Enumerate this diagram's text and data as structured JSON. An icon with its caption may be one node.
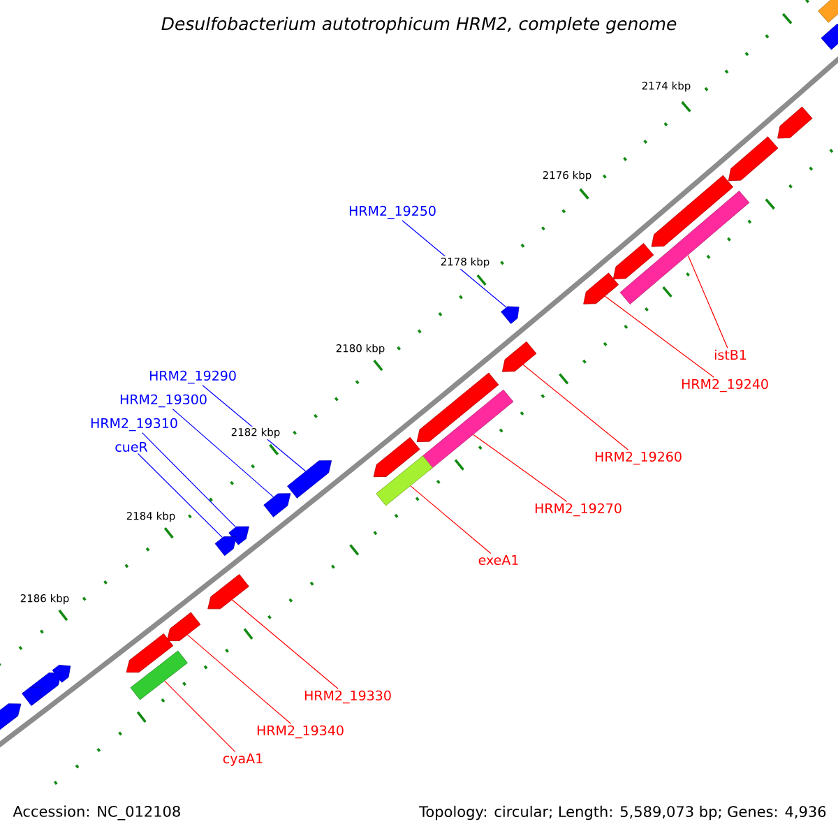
{
  "diagram": {
    "title": "Desulfobacterium autotrophicum HRM2, complete genome",
    "nodes": [
      {
        "text": [
          "HRM2_19250"
        ]
      },
      {
        "text": [
          "istB1"
        ]
      },
      {
        "text": [
          "HRM2_19240"
        ]
      },
      {
        "text": [
          "HRM2_19290"
        ]
      },
      {
        "text": [
          "HRM2_19260"
        ]
      },
      {
        "text": [
          "HRM2_19300"
        ]
      },
      {
        "text": [
          "HRM2_19310"
        ]
      },
      {
        "text": [
          "cueR"
        ]
      },
      {
        "text": [
          "HRM2_19270"
        ]
      },
      {
        "text": [
          "exeA1"
        ]
      },
      {
        "text": [
          "HRM2_19330"
        ]
      },
      {
        "text": [
          "HRM2_19340"
        ]
      },
      {
        "text": [
          "cyaA1"
        ]
      },
      {
        "text": [],
        "shape": "arrow"
      },
      {
        "text": [],
        "shape": "arrow"
      },
      {
        "text": [],
        "shape": "arrow"
      },
      {
        "text": [],
        "shape": "arrow"
      },
      {
        "text": [],
        "shape": "arrow"
      },
      {
        "text": [],
        "shape": "bar"
      },
      {
        "text": [],
        "shape": "arrow"
      },
      {
        "text": [],
        "shape": "arrow"
      },
      {
        "text": [],
        "shape": "arrow"
      },
      {
        "text": [],
        "shape": "arrow"
      },
      {
        "text": [],
        "shape": "arrow"
      },
      {
        "text": [],
        "shape": "bar"
      },
      {
        "text": [],
        "shape": "arrow"
      },
      {
        "text": [],
        "shape": "arrow"
      },
      {
        "text": [],
        "shape": "bar"
      },
      {
        "text": [],
        "shape": "arrow"
      },
      {
        "text": [],
        "shape": "arrow"
      },
      {
        "text": [],
        "shape": "arrow"
      },
      {
        "text": [],
        "shape": "arrow"
      },
      {
        "text": [],
        "shape": "arrow"
      },
      {
        "text": [],
        "shape": "arrow"
      },
      {
        "text": [],
        "shape": "arrow"
      },
      {
        "text": [],
        "shape": "bar"
      },
      {
        "text": [],
        "shape": "arrow"
      },
      {
        "text": [],
        "shape": "arrow"
      },
      {
        "text": [],
        "shape": "arrow"
      }
    ],
    "edges": [
      {
        "from": 0,
        "to": 21,
        "arrow": "none",
        "color": "#0000ff"
      },
      {
        "from": 1,
        "to": 18,
        "arrow": "none"
      },
      {
        "from": 2,
        "to": 20,
        "arrow": "none"
      },
      {
        "from": 3,
        "to": 26,
        "arrow": "none",
        "color": "#0000ff"
      },
      {
        "from": 4,
        "to": 22,
        "arrow": "none"
      },
      {
        "from": 5,
        "to": 28,
        "arrow": "none",
        "color": "#0000ff"
      },
      {
        "from": 6,
        "to": 29,
        "arrow": "none",
        "color": "#0000ff"
      },
      {
        "from": 7,
        "to": 30,
        "arrow": "none",
        "color": "#0000ff"
      },
      {
        "from": 8,
        "to": 24,
        "arrow": "none"
      },
      {
        "from": 9,
        "to": 27,
        "arrow": "none"
      },
      {
        "from": 10,
        "to": 31,
        "arrow": "none"
      },
      {
        "from": 11,
        "to": 32,
        "arrow": "none"
      },
      {
        "from": 12,
        "to": 35,
        "arrow": "none"
      }
    ],
    "labels": [
      "2174 kbp",
      "2176 kbp",
      "2178 kbp",
      "2180 kbp",
      "2182 kbp",
      "2184 kbp",
      "2186 kbp",
      "Accession: NC_012108",
      "Topology: circular; Length: 5,589,073 bp; Genes: 4,936"
    ]
  }
}
